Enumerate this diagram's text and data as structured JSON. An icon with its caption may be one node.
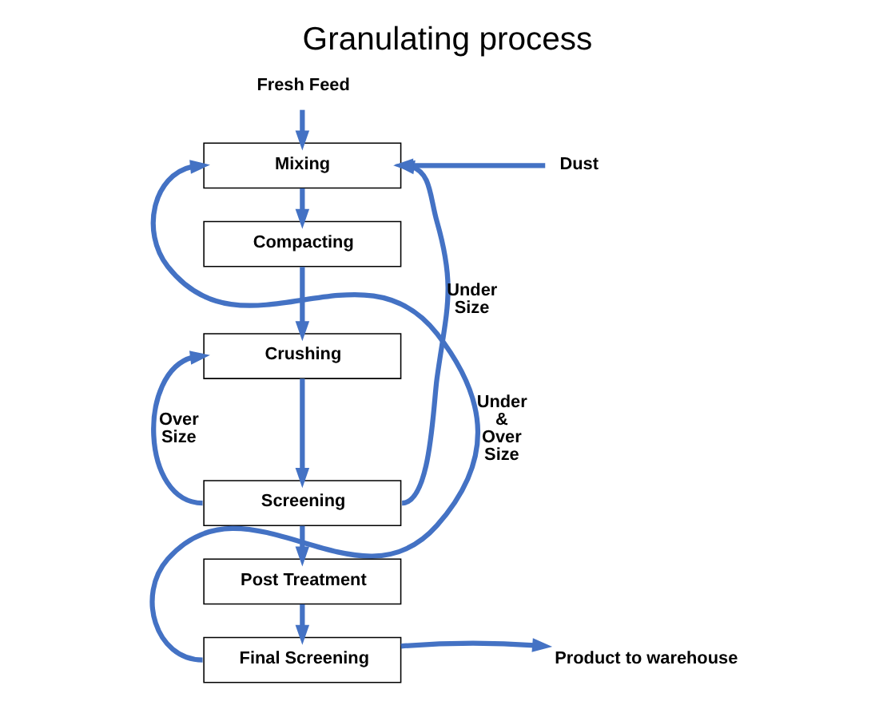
{
  "diagram": {
    "title": "Granulating process",
    "nodes": [
      {
        "text": [
          "Fresh Feed"
        ]
      },
      {
        "text": [
          "Mixing"
        ]
      },
      {
        "text": [
          "Compacting"
        ]
      },
      {
        "text": [
          "Crushing"
        ]
      },
      {
        "text": [
          "Screening"
        ]
      },
      {
        "text": [
          "Post Treatment"
        ]
      },
      {
        "text": [
          "Final Screening"
        ]
      },
      {
        "text": [
          "Dust"
        ]
      },
      {
        "text": [
          "Product to warehouse"
        ]
      }
    ],
    "edges": [
      {
        "from": 0,
        "to": 1,
        "arrow": "to"
      },
      {
        "from": 7,
        "to": 1,
        "arrow": "to"
      },
      {
        "from": 1,
        "to": 2,
        "arrow": "to"
      },
      {
        "from": 2,
        "to": 3,
        "arrow": "to"
      },
      {
        "from": 3,
        "to": 4,
        "arrow": "to"
      },
      {
        "from": 4,
        "to": 5,
        "arrow": "to"
      },
      {
        "from": 5,
        "to": 6,
        "arrow": "to"
      },
      {
        "from": 4,
        "to": 3,
        "arrow": "to",
        "label": "Over Size"
      },
      {
        "from": 4,
        "to": 1,
        "arrow": "to",
        "label": "Under Size"
      },
      {
        "from": 6,
        "to": 1,
        "arrow": "to",
        "label": "Under & Over Size"
      },
      {
        "from": 6,
        "to": 8,
        "arrow": "to"
      }
    ]
  }
}
